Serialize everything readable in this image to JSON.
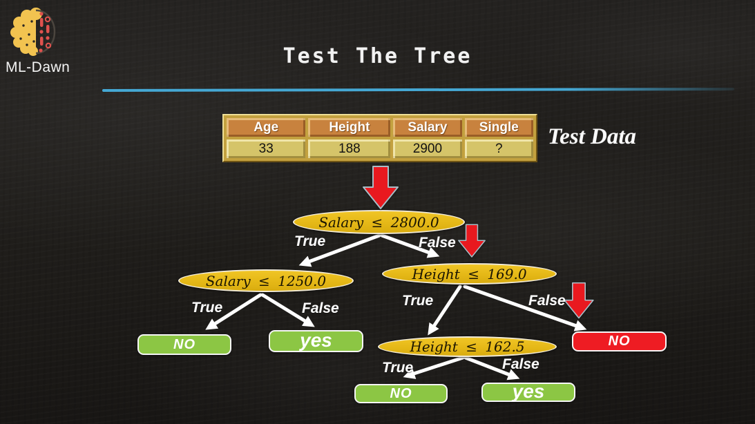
{
  "brand": {
    "name": "ML-Dawn",
    "logo": "brain-circuit-logo"
  },
  "slide": {
    "title": "Test The Tree"
  },
  "test_data": {
    "caption": "Test Data",
    "columns": [
      "Age",
      "Height",
      "Salary",
      "Single"
    ],
    "row": [
      "33",
      "188",
      "2900",
      "?"
    ]
  },
  "tree": {
    "decision_nodes": [
      {
        "id": "salary-2800",
        "label": "Salary ≤ 2800.0"
      },
      {
        "id": "salary-1250",
        "label": "Salary ≤ 1250.0"
      },
      {
        "id": "height-169",
        "label": "Height ≤ 169.0"
      },
      {
        "id": "height-162-5",
        "label": "Height ≤ 162.5"
      }
    ],
    "branches": [
      {
        "from": "salary-2800",
        "label": "True",
        "to": "salary-1250"
      },
      {
        "from": "salary-2800",
        "label": "False",
        "to": "height-169"
      },
      {
        "from": "salary-1250",
        "label": "True",
        "to": "leaf-no-left"
      },
      {
        "from": "salary-1250",
        "label": "False",
        "to": "leaf-yes-left"
      },
      {
        "from": "height-169",
        "label": "True",
        "to": "height-162-5"
      },
      {
        "from": "height-169",
        "label": "False",
        "to": "leaf-no-right"
      },
      {
        "from": "height-162-5",
        "label": "True",
        "to": "leaf-no-bottom"
      },
      {
        "from": "height-162-5",
        "label": "False",
        "to": "leaf-yes-bottom"
      }
    ],
    "leaves": [
      {
        "id": "leaf-no-left",
        "label": "NO",
        "color": "#8cc644"
      },
      {
        "id": "leaf-yes-left",
        "label": "yes",
        "color": "#8cc644"
      },
      {
        "id": "leaf-no-right",
        "label": "NO",
        "color": "#ee1c23"
      },
      {
        "id": "leaf-no-bottom",
        "label": "NO",
        "color": "#8cc644"
      },
      {
        "id": "leaf-yes-bottom",
        "label": "yes",
        "color": "#8cc644"
      }
    ],
    "path_arrows": [
      {
        "points_to": "salary-2800"
      },
      {
        "points_to": "height-169"
      },
      {
        "points_to": "leaf-no-right"
      }
    ]
  },
  "colors": {
    "divider_blue": "#45a8d4",
    "node_fill": "#e5b817",
    "leaf_green": "#8cc644",
    "leaf_red": "#ee1c23",
    "path_arrow_red": "#e9191f",
    "table_header": "#c8823e",
    "table_row": "#d5c469"
  }
}
